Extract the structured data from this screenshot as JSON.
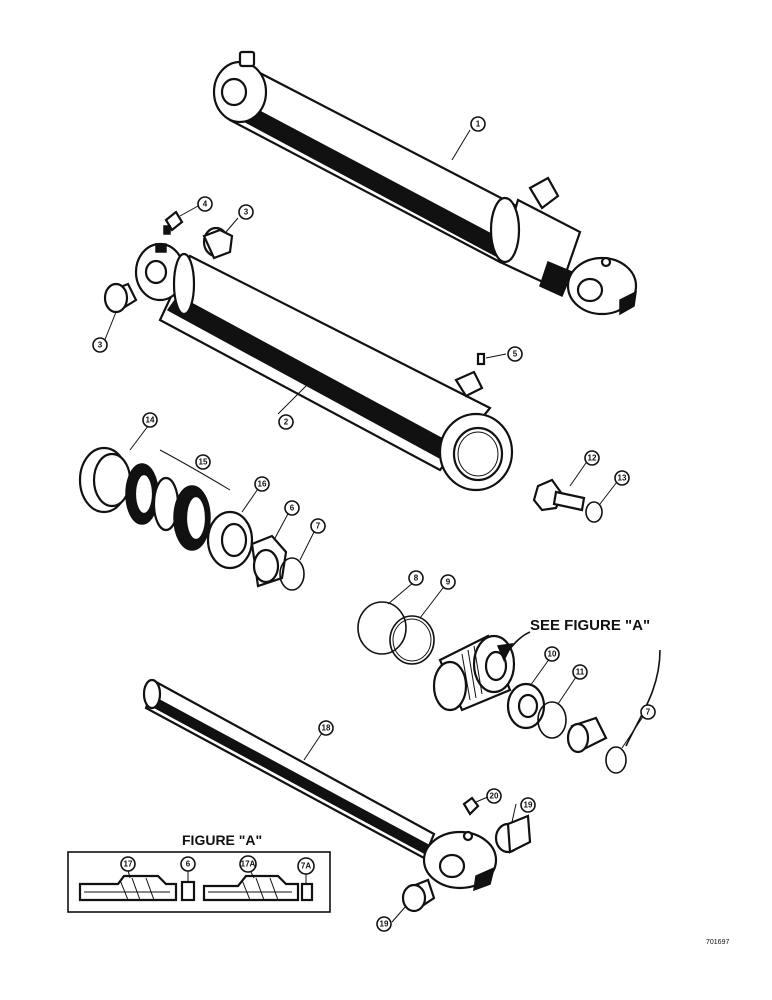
{
  "callouts": {
    "c1": "1",
    "c2": "2",
    "c3a": "3",
    "c3b": "3",
    "c4": "4",
    "c5": "5",
    "c6": "6",
    "c7a": "7",
    "c7b": "7",
    "c8": "8",
    "c9": "9",
    "c10": "10",
    "c11": "11",
    "c12": "12",
    "c13": "13",
    "c14": "14",
    "c15": "15",
    "c16": "16",
    "c18": "18",
    "c19a": "19",
    "c19b": "19",
    "c20": "20",
    "fa17": "17",
    "fa6": "6",
    "fa17a": "17A",
    "fa7a": "7A"
  },
  "see_figure_label": "SEE FIGURE \"A\"",
  "figure_a_title": "FIGURE \"A\"",
  "drawing_number": "701697"
}
